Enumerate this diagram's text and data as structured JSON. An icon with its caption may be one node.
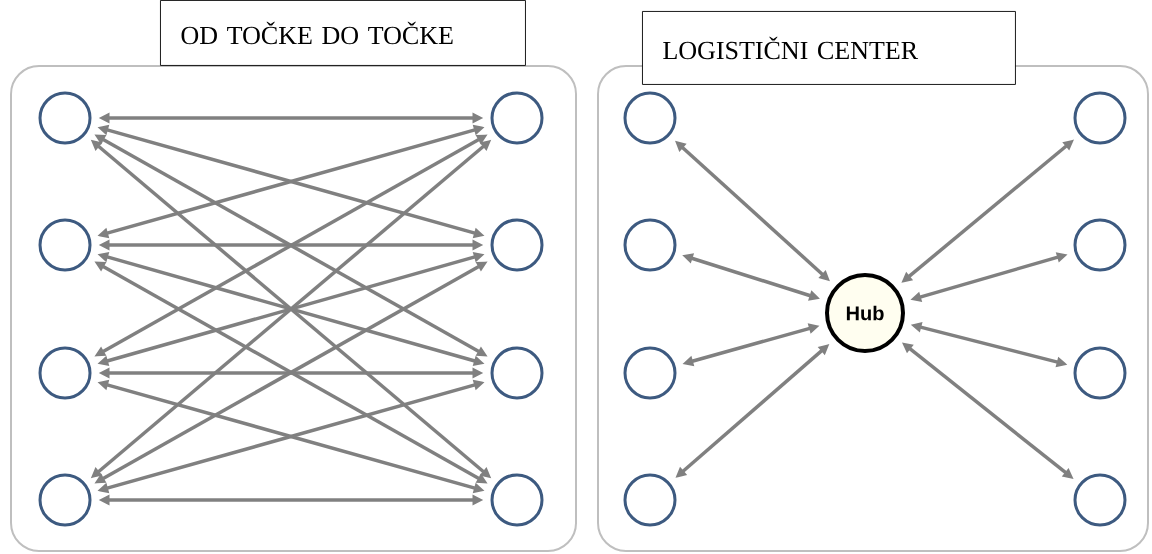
{
  "diagram": {
    "nodes": [
      {
        "text": [
          "OD TOČKE DO TOČKE"
        ]
      },
      {
        "text": [],
        "shape": "box"
      },
      {
        "text": [],
        "shape": "circle",
        "in": 1
      },
      {
        "text": [],
        "shape": "circle",
        "in": 1
      },
      {
        "text": [],
        "shape": "circle",
        "in": 1
      },
      {
        "text": [],
        "shape": "circle",
        "in": 1
      },
      {
        "text": [],
        "shape": "circle",
        "in": 1
      },
      {
        "text": [],
        "shape": "circle",
        "in": 1
      },
      {
        "text": [],
        "shape": "circle",
        "in": 1
      },
      {
        "text": [],
        "shape": "circle",
        "in": 1
      },
      {
        "text": [
          "LOGISTIČNI CENTER"
        ]
      },
      {
        "text": [],
        "shape": "box"
      },
      {
        "text": [],
        "shape": "circle",
        "in": 11
      },
      {
        "text": [],
        "shape": "circle",
        "in": 11
      },
      {
        "text": [],
        "shape": "circle",
        "in": 11
      },
      {
        "text": [],
        "shape": "circle",
        "in": 11
      },
      {
        "text": [],
        "shape": "circle",
        "in": 11
      },
      {
        "text": [],
        "shape": "circle",
        "in": 11
      },
      {
        "text": [],
        "shape": "circle",
        "in": 11
      },
      {
        "text": [],
        "shape": "circle",
        "in": 11
      },
      {
        "text": [
          "Hub"
        ],
        "in": 11
      }
    ],
    "edges": [
      {
        "from": 2,
        "to": 6,
        "arrow": "both"
      },
      {
        "from": 2,
        "to": 7,
        "arrow": "both"
      },
      {
        "from": 2,
        "to": 8,
        "arrow": "both"
      },
      {
        "from": 2,
        "to": 9,
        "arrow": "both"
      },
      {
        "from": 3,
        "to": 6,
        "arrow": "both"
      },
      {
        "from": 3,
        "to": 7,
        "arrow": "both"
      },
      {
        "from": 3,
        "to": 8,
        "arrow": "both"
      },
      {
        "from": 3,
        "to": 9,
        "arrow": "both"
      },
      {
        "from": 4,
        "to": 6,
        "arrow": "both"
      },
      {
        "from": 4,
        "to": 7,
        "arrow": "both"
      },
      {
        "from": 4,
        "to": 8,
        "arrow": "both"
      },
      {
        "from": 4,
        "to": 9,
        "arrow": "both"
      },
      {
        "from": 5,
        "to": 6,
        "arrow": "both"
      },
      {
        "from": 5,
        "to": 7,
        "arrow": "both"
      },
      {
        "from": 5,
        "to": 8,
        "arrow": "both"
      },
      {
        "from": 5,
        "to": 9,
        "arrow": "both"
      },
      {
        "from": 12,
        "to": 20,
        "arrow": "both"
      },
      {
        "from": 13,
        "to": 20,
        "arrow": "both"
      },
      {
        "from": 14,
        "to": 20,
        "arrow": "both"
      },
      {
        "from": 15,
        "to": 20,
        "arrow": "both"
      },
      {
        "from": 16,
        "to": 20,
        "arrow": "both"
      },
      {
        "from": 17,
        "to": 20,
        "arrow": "both"
      },
      {
        "from": 18,
        "to": 20,
        "arrow": "both"
      },
      {
        "from": 19,
        "to": 20,
        "arrow": "both"
      }
    ]
  }
}
